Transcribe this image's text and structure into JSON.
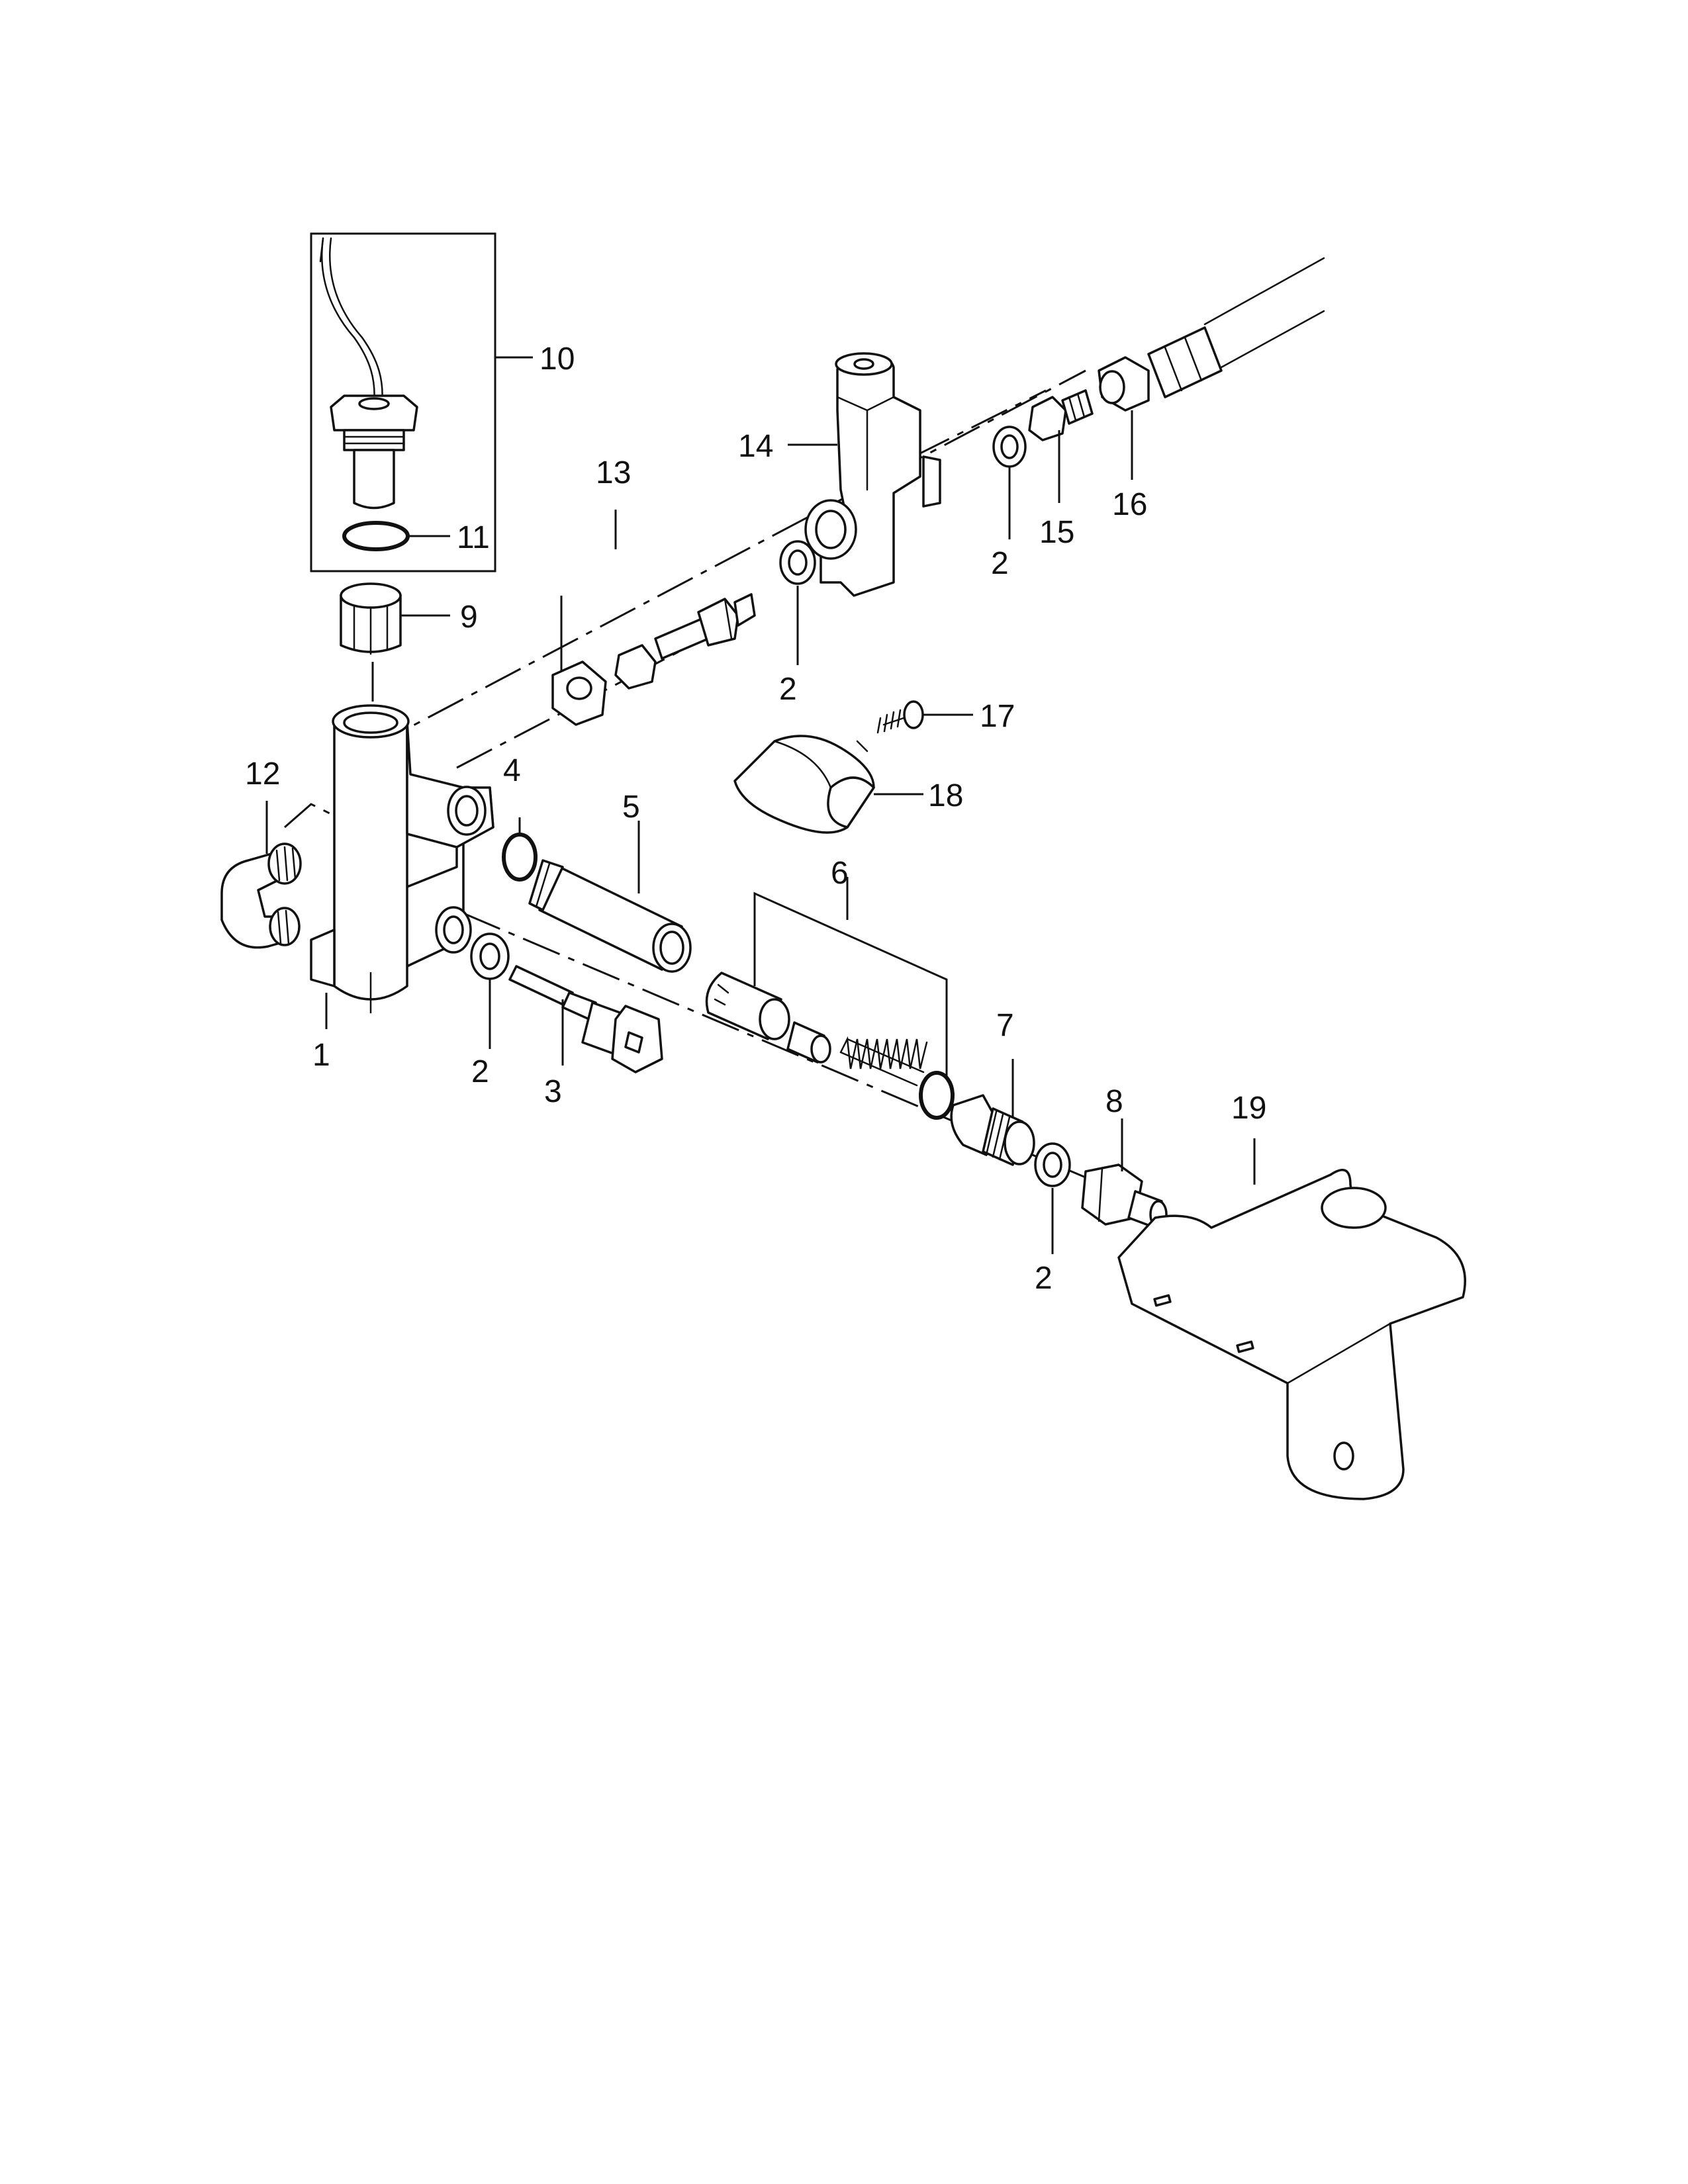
{
  "diagram": {
    "callouts": [
      {
        "id": "c1",
        "text": "1"
      },
      {
        "id": "c2a",
        "text": "2"
      },
      {
        "id": "c2b",
        "text": "2"
      },
      {
        "id": "c2c",
        "text": "2"
      },
      {
        "id": "c2d",
        "text": "2"
      },
      {
        "id": "c3",
        "text": "3"
      },
      {
        "id": "c4",
        "text": "4"
      },
      {
        "id": "c5",
        "text": "5"
      },
      {
        "id": "c6",
        "text": "6"
      },
      {
        "id": "c7",
        "text": "7"
      },
      {
        "id": "c8",
        "text": "8"
      },
      {
        "id": "c9",
        "text": "9"
      },
      {
        "id": "c10",
        "text": "10"
      },
      {
        "id": "c11",
        "text": "11"
      },
      {
        "id": "c12",
        "text": "12"
      },
      {
        "id": "c13",
        "text": "13"
      },
      {
        "id": "c14",
        "text": "14"
      },
      {
        "id": "c15",
        "text": "15"
      },
      {
        "id": "c16",
        "text": "16"
      },
      {
        "id": "c17",
        "text": "17"
      },
      {
        "id": "c18",
        "text": "18"
      },
      {
        "id": "c19",
        "text": "19"
      }
    ],
    "colors": {
      "ink": "#111111",
      "paper": "#ffffff"
    }
  }
}
